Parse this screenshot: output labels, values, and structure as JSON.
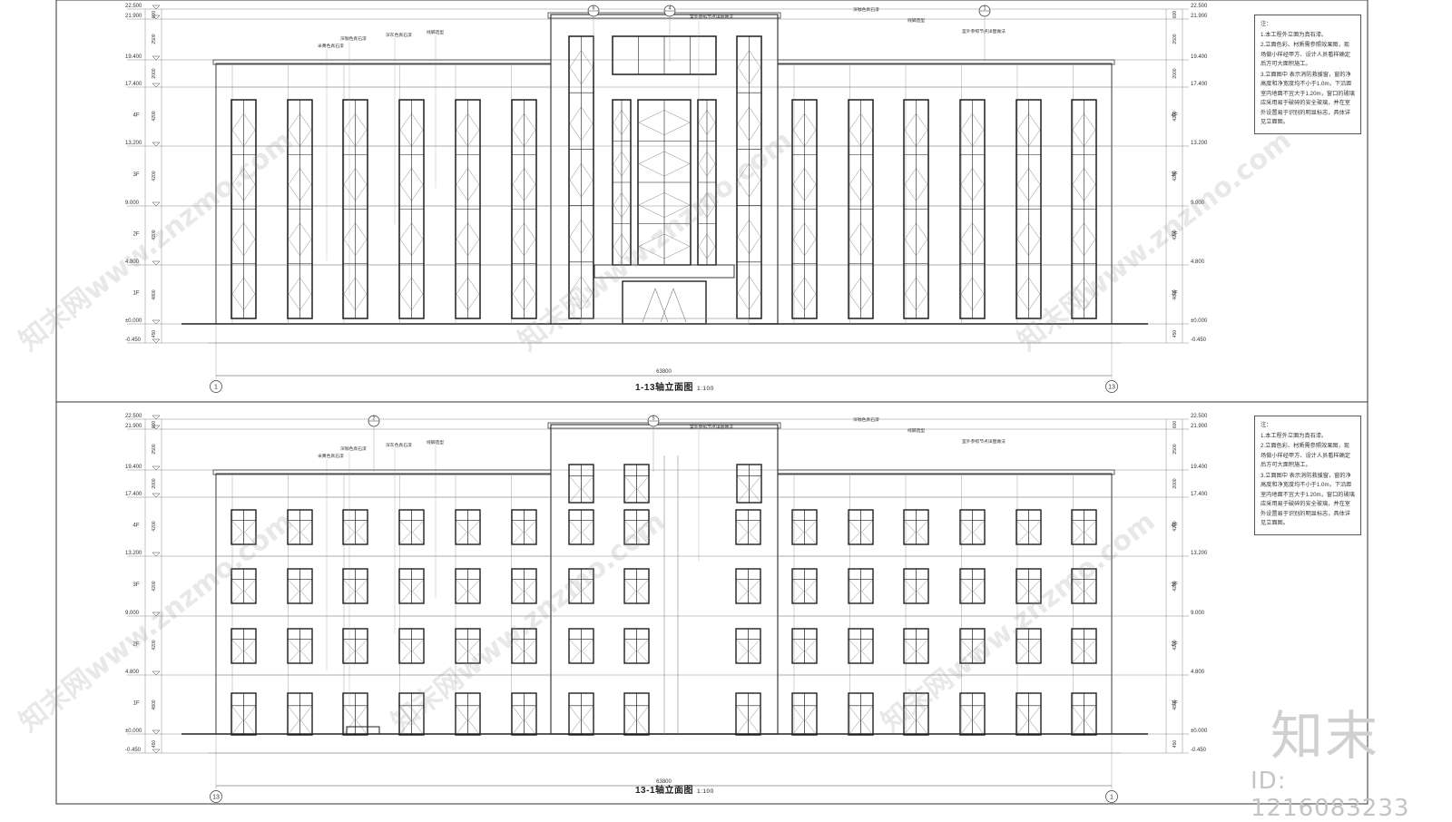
{
  "elevations": [
    {
      "id": "front",
      "title": "1-13轴立面图",
      "scale": "1:100",
      "span": "63800",
      "grid_left": "1",
      "grid_right": "13",
      "notes": [
        "注：",
        "1.本工程外立面为真石漆。",
        "2.立面色彩、材质需参照效果图，现场做小样经甲方、设计人员看样确定后方可大面积施工。",
        "3.立面图中 表示消防救援窗，窗的净高度和净宽度均不小于1.0m，下沿距室内地面不宜大于1.20m，窗口的玻璃应采用易于破碎的安全玻璃，并在室外设置易于识别的明显标志，具体详见立面图。"
      ],
      "levels": [
        "22.500",
        "21.900",
        "19.400",
        "17.400",
        "13.200",
        "9.000",
        "4.800",
        "±0.000",
        "-0.450"
      ],
      "floors": [
        "4F",
        "3F",
        "2F",
        "1F"
      ],
      "callouts": [
        "6",
        "4",
        "1"
      ],
      "material_labels": [
        "深咖色真石漆",
        "米黄色真石漆",
        "深灰色真石漆",
        "线脚造型",
        "室外参照节点详图做法"
      ]
    },
    {
      "id": "back",
      "title": "13-1轴立面图",
      "scale": "1:100",
      "span": "63800",
      "grid_left": "13",
      "grid_right": "1",
      "notes": [
        "注：",
        "1.本工程外立面为真石漆。",
        "2.立面色彩、材质需参照效果图，现场做小样经甲方、设计人员看样确定后方可大面积施工。",
        "3.立面图中 表示消防救援窗，窗的净高度和净宽度均不小于1.0m，下沿距室内地面不宜大于1.20m，窗口的玻璃应采用易于破碎的安全玻璃，并在室外设置易于识别的明显标志，具体详见立面图。"
      ],
      "levels": [
        "22.500",
        "21.900",
        "19.400",
        "17.400",
        "13.200",
        "9.000",
        "4.800",
        "±0.000",
        "-0.450"
      ],
      "floors": [
        "4F",
        "3F",
        "2F",
        "1F"
      ],
      "callouts": [
        "2",
        "5"
      ],
      "material_labels": [
        "深咖色真石漆",
        "米黄色真石漆",
        "深灰色真石漆",
        "线脚造型",
        "室外参照节点详图做法"
      ]
    }
  ],
  "brand": "知末",
  "doc_id": "ID: 1216083233",
  "watermark": "知末网www.znzmo.com",
  "colors": {
    "line": "#3a3a3a",
    "thin": "#8a8a8a",
    "window": "#1e1e1e",
    "watermark": "#bdbdbd"
  }
}
